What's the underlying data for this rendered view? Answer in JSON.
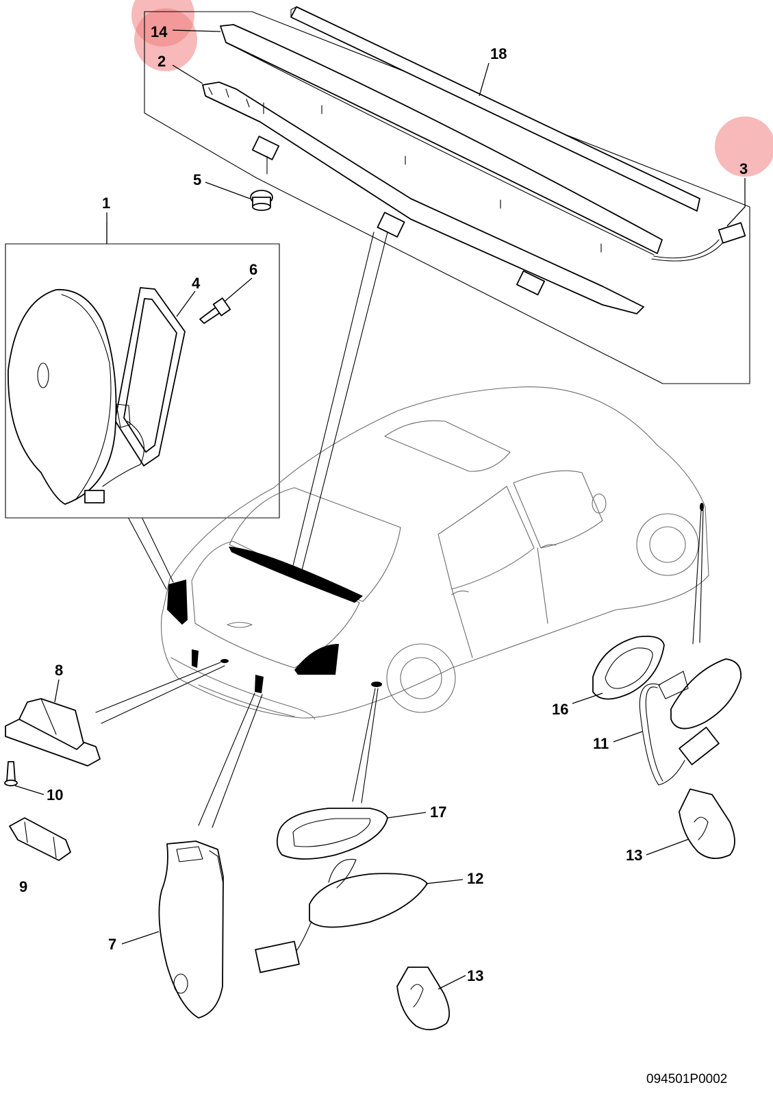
{
  "figure": {
    "reference_code": "094501P0002",
    "highlight_color": "#f08080",
    "callouts": [
      {
        "id": "c14",
        "label": "14",
        "highlighted": true
      },
      {
        "id": "c2",
        "label": "2",
        "highlighted": true
      },
      {
        "id": "c18",
        "label": "18",
        "highlighted": false
      },
      {
        "id": "c3",
        "label": "3",
        "highlighted": true
      },
      {
        "id": "c5",
        "label": "5",
        "highlighted": false
      },
      {
        "id": "c1",
        "label": "1",
        "highlighted": false
      },
      {
        "id": "c4",
        "label": "4",
        "highlighted": false
      },
      {
        "id": "c6",
        "label": "6",
        "highlighted": false
      },
      {
        "id": "c8",
        "label": "8",
        "highlighted": false
      },
      {
        "id": "c10",
        "label": "10",
        "highlighted": false
      },
      {
        "id": "c9",
        "label": "9",
        "highlighted": false
      },
      {
        "id": "c7",
        "label": "7",
        "highlighted": false
      },
      {
        "id": "c17",
        "label": "17",
        "highlighted": false
      },
      {
        "id": "c12",
        "label": "12",
        "highlighted": false
      },
      {
        "id": "c13a",
        "label": "13",
        "highlighted": false
      },
      {
        "id": "c16",
        "label": "16",
        "highlighted": false
      },
      {
        "id": "c11",
        "label": "11",
        "highlighted": false
      },
      {
        "id": "c13b",
        "label": "13",
        "highlighted": false
      }
    ]
  }
}
